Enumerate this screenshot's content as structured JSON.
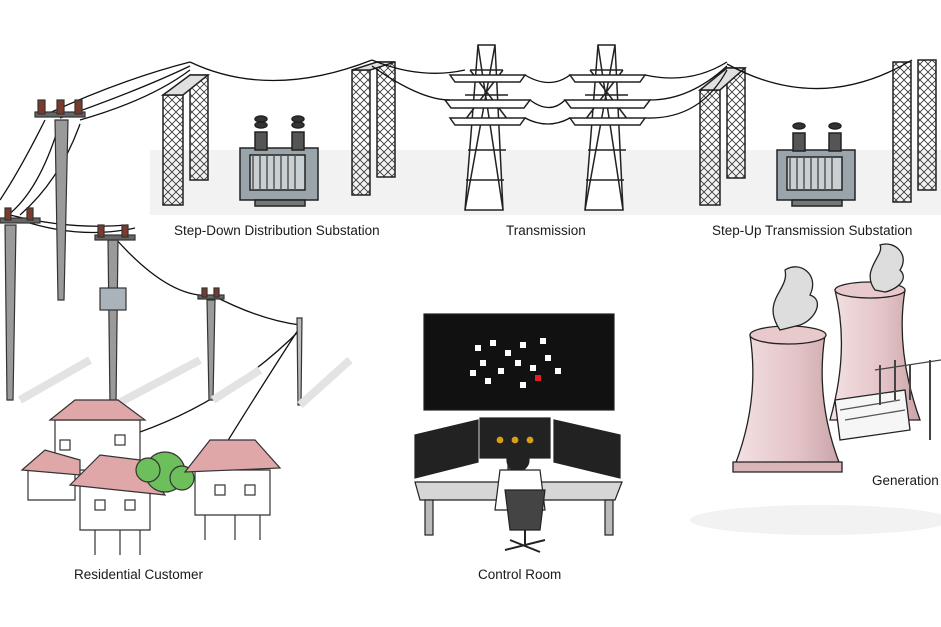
{
  "labels": {
    "step_down": "Step-Down Distribution Substation",
    "transmission": "Transmission",
    "step_up": "Step-Up Transmission Substation",
    "residential": "Residential Customer",
    "control_room": "Control Room",
    "generation": "Generation"
  },
  "colors": {
    "roof": "#e0a7a9",
    "cooling_tower": "#e8c9cc",
    "tree": "#6cbf5a",
    "steel": "#333333",
    "screen": "#111111",
    "alarm": "#e02020"
  }
}
